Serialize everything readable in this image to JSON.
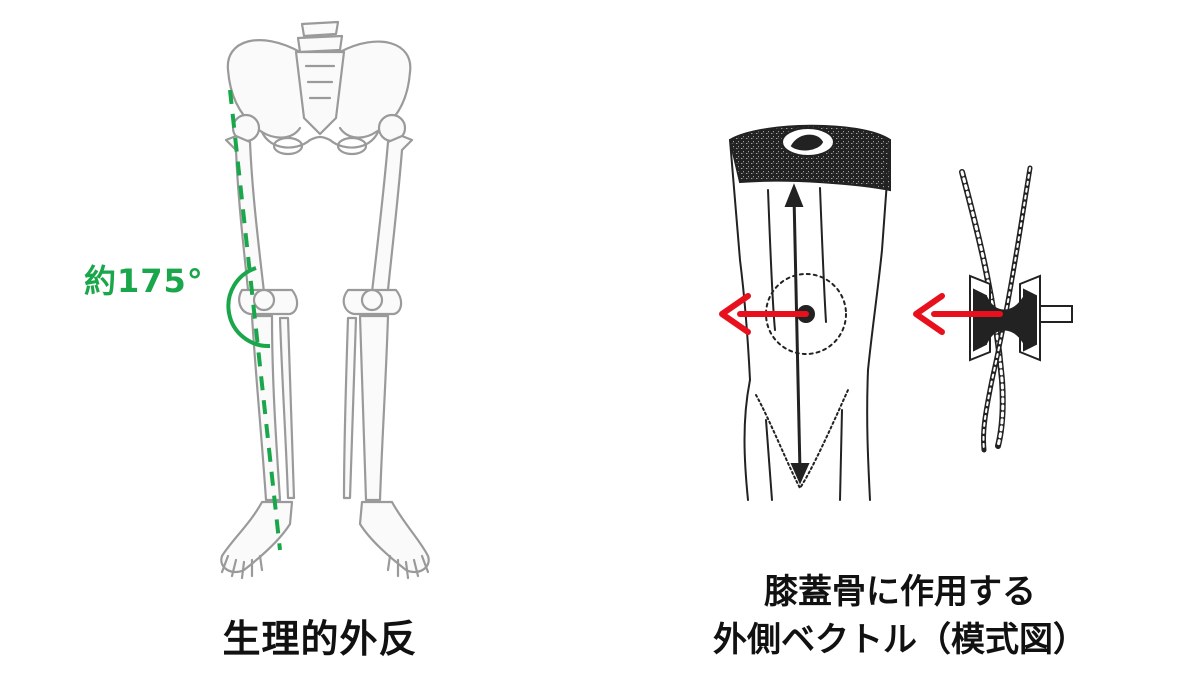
{
  "colors": {
    "accent_green": "#1aa64a",
    "arrow_red": "#e8101c",
    "bone_stroke": "#9a9a9a",
    "ink": "#222222"
  },
  "left_figure": {
    "angle_label": "約175°",
    "caption": "生理的外反"
  },
  "right_figure": {
    "caption_line1": "膝蓋骨に作用する",
    "caption_line2": "外側ベクトル（模式図）"
  }
}
